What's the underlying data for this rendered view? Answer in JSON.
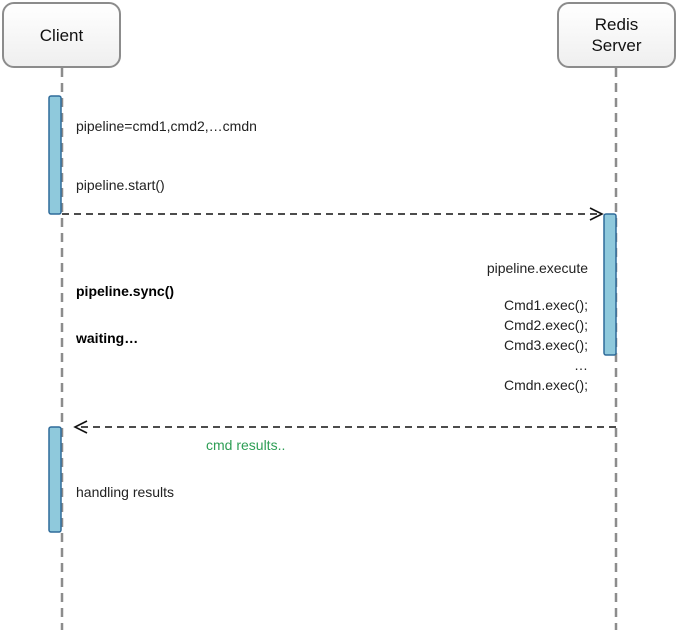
{
  "actors": {
    "client": "Client",
    "server_line1": "Redis",
    "server_line2": "Server"
  },
  "client_notes": {
    "pipeline_def": "pipeline=cmd1,cmd2,…cmdn",
    "pipeline_start": "pipeline.start()",
    "pipeline_sync": "pipeline.sync()",
    "waiting": "waiting…",
    "handling": "handling results"
  },
  "server_notes": {
    "execute": "pipeline.execute",
    "commands": [
      "Cmd1.exec();",
      "Cmd2.exec();",
      "Cmd3.exec();",
      "…",
      "Cmdn.exec();"
    ]
  },
  "return_message": "cmd results..",
  "colors": {
    "activation_fill": "#8fc9dc",
    "activation_border": "#2f6b9a",
    "lifeline": "#8c8c8c",
    "return_label": "#2e9e55"
  }
}
